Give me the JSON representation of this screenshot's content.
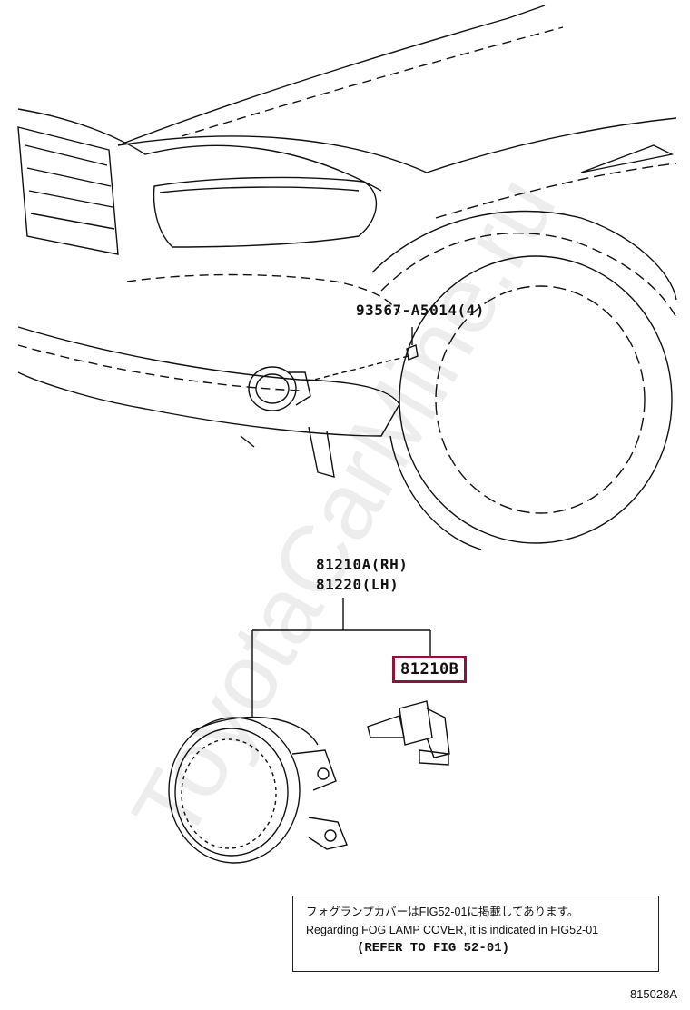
{
  "watermark": "ToyotaCarMine.ru",
  "parts": {
    "clip": "93567-A5014(4)",
    "lamp_rh": "81210A(RH)",
    "lamp_lh": "81220(LH)",
    "bulb": "81210B"
  },
  "note": {
    "jp": "フォグランプカバーはFIG52-01に掲載してあります。",
    "en": "Regarding FOG LAMP COVER, it is indicated in FIG52-01",
    "ref": "(REFER TO FIG 52-01)"
  },
  "figure_id": "815028A",
  "colors": {
    "highlight": "#8a1538",
    "line": "#111111"
  }
}
